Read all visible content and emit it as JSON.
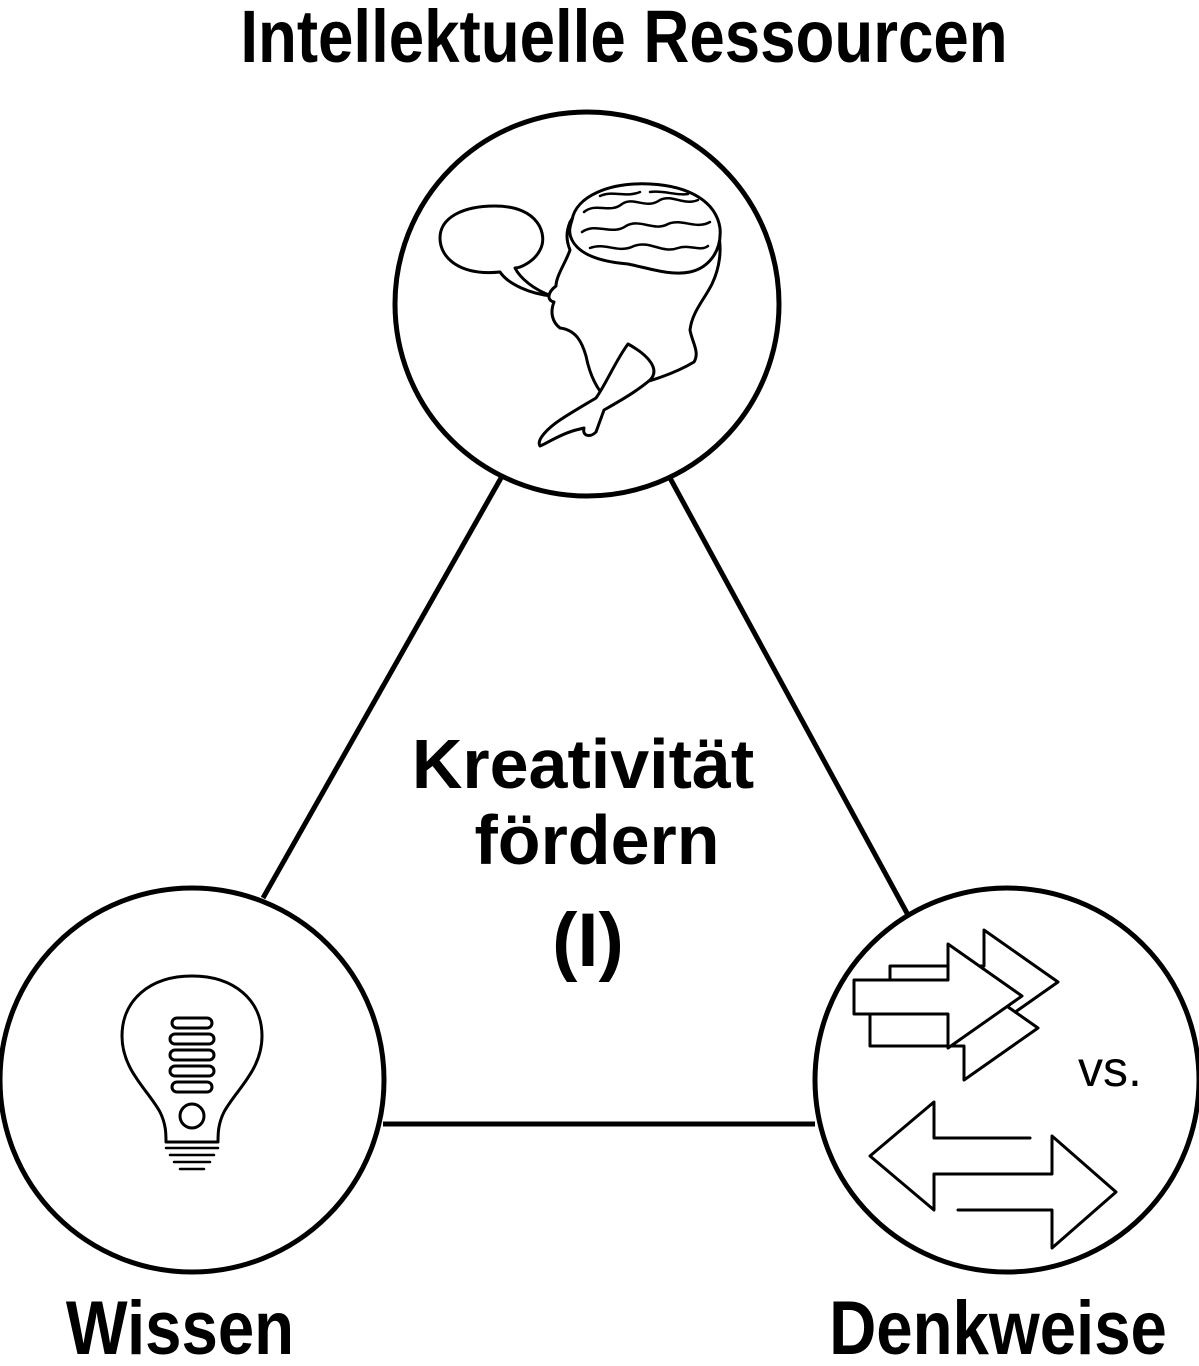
{
  "top_label": "Intellektuelle Ressourcen",
  "center": {
    "line1": "Kreativität",
    "line2": "fördern",
    "line3": "(I)"
  },
  "left_label": "Wissen",
  "right_label": "Denkweise",
  "versus_text": "vs.",
  "icons": {
    "top": "thinking-person-icon",
    "left": "light-bulb-icon",
    "right": "arrows-icon"
  },
  "colors": {
    "stroke": "#000000",
    "background": "#ffffff"
  }
}
